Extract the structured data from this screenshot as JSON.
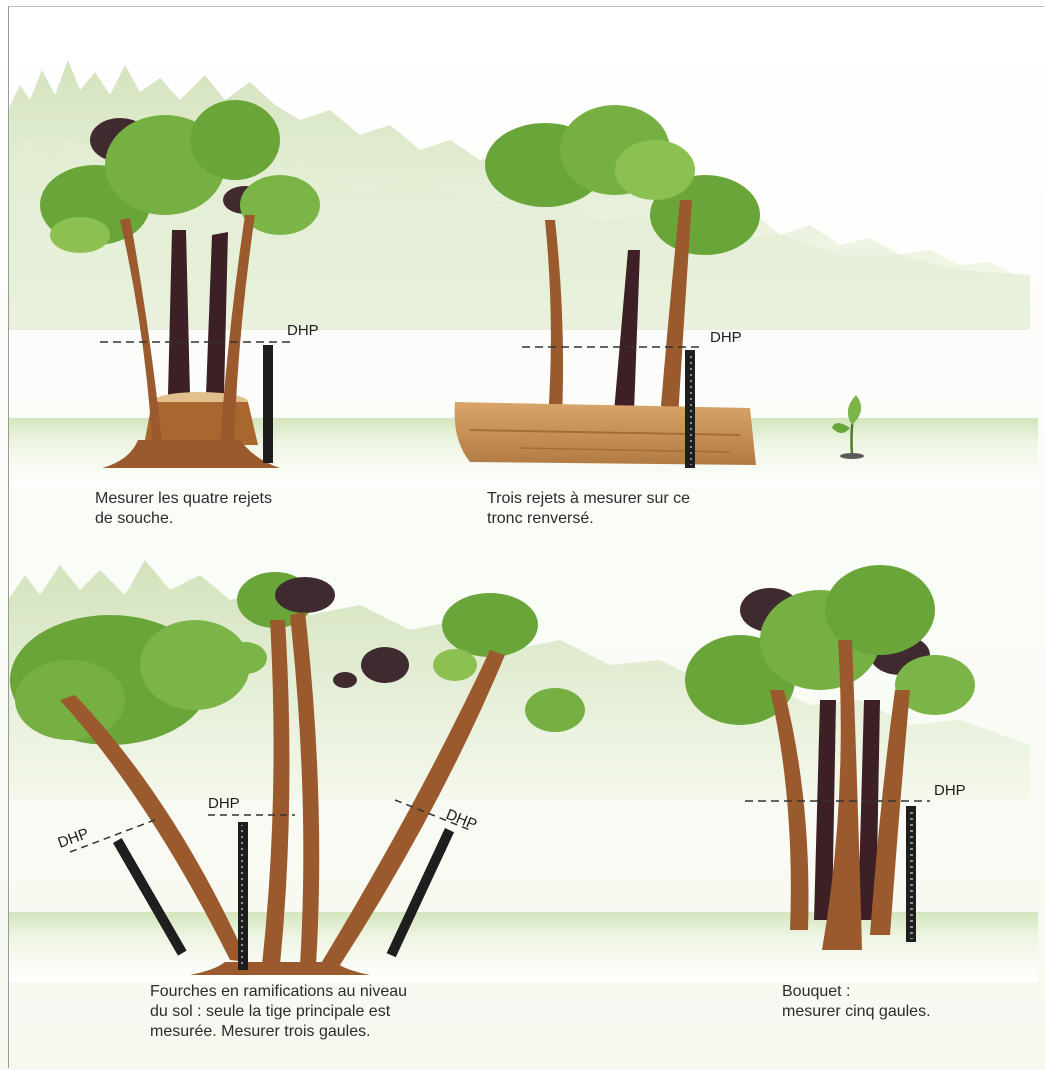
{
  "label_dhp": "DHP",
  "captions": {
    "stump_line1": "Mesurer les quatre rejets",
    "stump_line2": "de souche.",
    "log_line1": "Trois rejets à mesurer sur ce",
    "log_line2": "tronc renversé.",
    "forks_line1": "Fourches en ramifications au niveau",
    "forks_line2": "du sol : seule la tige principale est",
    "forks_line3": "mesurée. Mesurer trois gaules.",
    "bouquet_line1": "Bouquet :",
    "bouquet_line2": "mesurer cinq gaules."
  },
  "colors": {
    "trunk": "#9a5a2e",
    "trunk_dark": "#3d2025",
    "foliage": "#6aa53a",
    "foliage_light": "#8cc152",
    "foliage_dark": "#3f2a2f",
    "ground": "#d6e6c0",
    "forest_bg": "#dfe9cc"
  }
}
